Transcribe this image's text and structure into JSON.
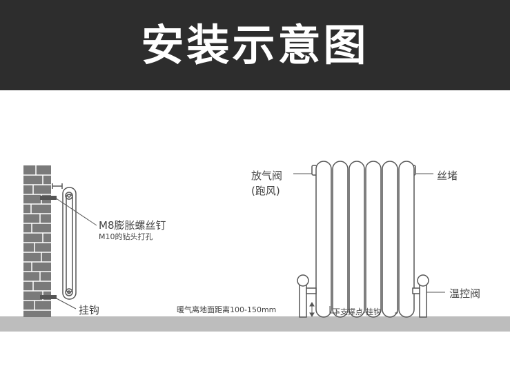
{
  "header": {
    "title": "安装示意图"
  },
  "labels": {
    "bolt": "M8膨胀螺丝钉",
    "drill": "M10的钻头打孔",
    "hook": "挂钩",
    "air_valve": "放气阀",
    "air_valve_sub": "(跑风)",
    "plug": "丝堵",
    "temp_valve": "温控阀",
    "floor_distance": "暖气离地面距离100-150mm",
    "support": "下支撑点-挂钩"
  },
  "colors": {
    "header_bg": "#2d2d2d",
    "line": "#555555",
    "brick": "#7a7a7a",
    "floor": "#bdbdbd"
  }
}
